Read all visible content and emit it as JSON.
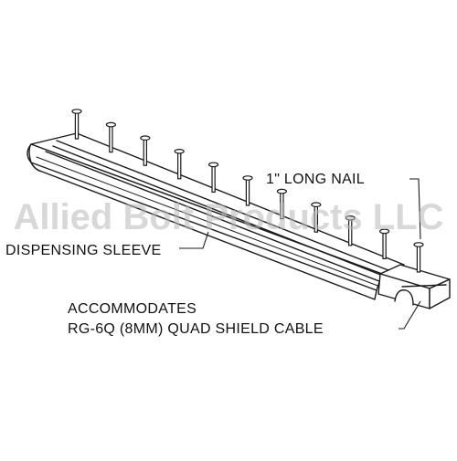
{
  "watermark": "Allied Bolt Products LLC",
  "labels": {
    "nail": "1\" LONG NAIL",
    "sleeve": "DISPENSING SLEEVE",
    "accommodates_line1": "ACCOMMODATES",
    "accommodates_line2": "RG-6Q (8MM) QUAD SHIELD CABLE"
  },
  "nails": {
    "count": 11
  },
  "colors": {
    "line": "#1a1a1a",
    "fill": "#ffffff",
    "watermark": "#b9b9b9"
  }
}
